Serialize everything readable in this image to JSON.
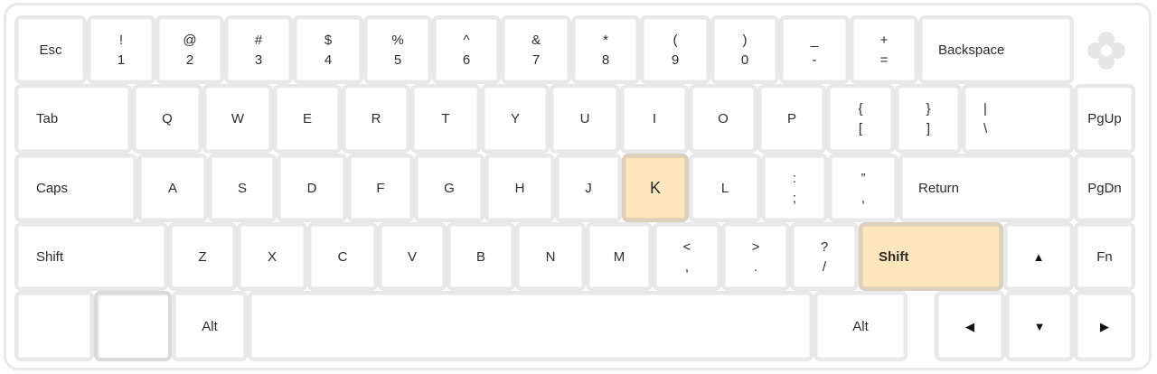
{
  "keyboard": {
    "row1": {
      "esc": "Esc",
      "k1": [
        "!",
        "1"
      ],
      "k2": [
        "@",
        "2"
      ],
      "k3": [
        "#",
        "3"
      ],
      "k4": [
        "$",
        "4"
      ],
      "k5": [
        "%",
        "5"
      ],
      "k6": [
        "^",
        "6"
      ],
      "k7": [
        "&",
        "7"
      ],
      "k8": [
        "*",
        "8"
      ],
      "k9": [
        "(",
        "9"
      ],
      "k0": [
        ")",
        "0"
      ],
      "minus": [
        "_",
        "-"
      ],
      "equal": [
        "+",
        "="
      ],
      "backspace": "Backspace"
    },
    "row2": {
      "tab": "Tab",
      "q": "Q",
      "w": "W",
      "e": "E",
      "r": "R",
      "t": "T",
      "y": "Y",
      "u": "U",
      "i": "I",
      "o": "O",
      "p": "P",
      "lbracket": [
        "{",
        "["
      ],
      "rbracket": [
        "}",
        "]"
      ],
      "backslash": [
        "|",
        "\\"
      ],
      "pgup": "PgUp"
    },
    "row3": {
      "caps": "Caps",
      "a": "A",
      "s": "S",
      "d": "D",
      "f": "F",
      "g": "G",
      "h": "H",
      "j": "J",
      "k": "K",
      "l": "L",
      "semicolon": [
        ":",
        ";"
      ],
      "quote": [
        "”",
        ","
      ],
      "return": "Return",
      "pgdn": "PgDn"
    },
    "row4": {
      "shift_left": "Shift",
      "z": "Z",
      "x": "X",
      "c": "C",
      "v": "V",
      "b": "B",
      "n": "N",
      "m": "M",
      "comma": [
        "<",
        ","
      ],
      "period": [
        ">",
        "."
      ],
      "slash": [
        "?",
        "/"
      ],
      "shift_right": "Shift",
      "up": "▲",
      "fn": "Fn"
    },
    "row5": {
      "key1": "",
      "key2": "",
      "alt_left": "Alt",
      "space": "",
      "alt_right": "Alt",
      "left": "◀",
      "down": "▼",
      "right": "▶"
    },
    "highlighted_keys": [
      "K",
      "Shift"
    ],
    "highlight_color": "#fde5bd",
    "logo_icon": "flower-logo-icon"
  }
}
